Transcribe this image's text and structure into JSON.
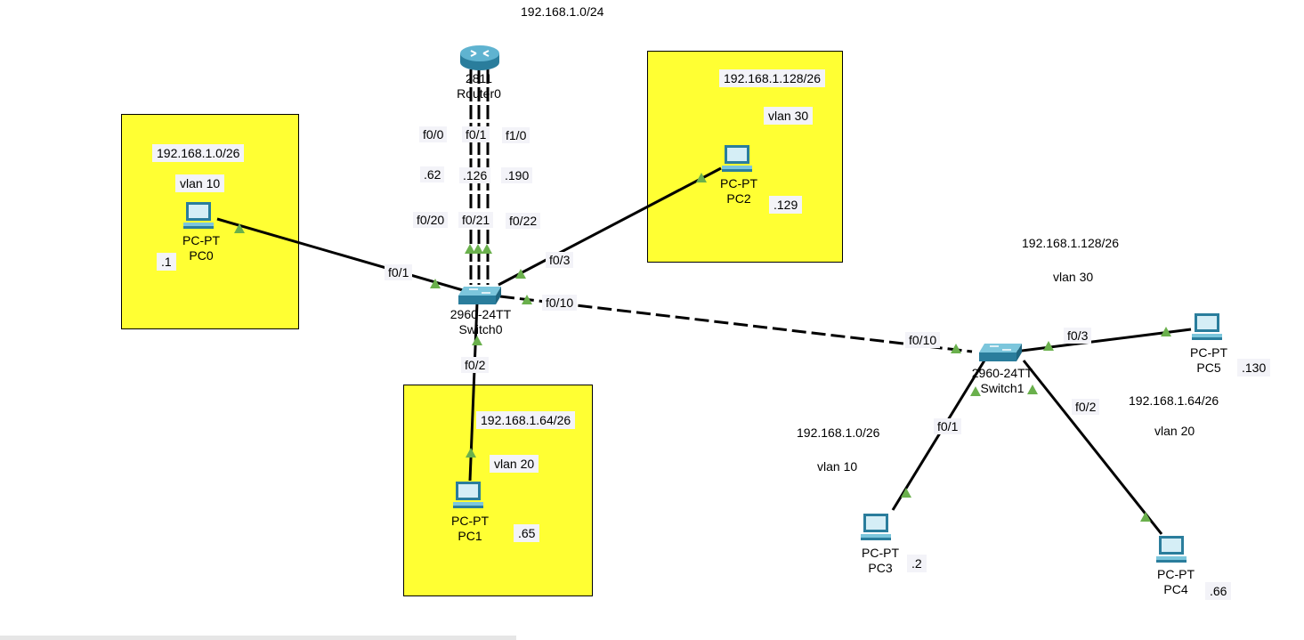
{
  "network_label": "192.168.1.0/24",
  "zones": [
    {
      "id": "vlan10-zone",
      "subnet": "192.168.1.0/26",
      "vlan": "vlan 10"
    },
    {
      "id": "vlan30-zone",
      "subnet": "192.168.1.128/26",
      "vlan": "vlan 30"
    },
    {
      "id": "vlan20-zone",
      "subnet": "192.168.1.64/26",
      "vlan": "vlan 20"
    }
  ],
  "free_notes": {
    "s1_vlan30_subnet": "192.168.1.128/26",
    "s1_vlan30": "vlan 30",
    "s1_vlan20_subnet": "192.168.1.64/26",
    "s1_vlan20": "vlan 20",
    "s1_vlan10_subnet": "192.168.1.0/26",
    "s1_vlan10": "vlan 10"
  },
  "router": {
    "model": "2811",
    "name": "Router0"
  },
  "switch0": {
    "model": "2960-24TT",
    "name": "Switch0"
  },
  "switch1": {
    "model": "2960-24TT",
    "name": "Switch1"
  },
  "pcs": [
    {
      "model": "PC-PT",
      "name": "PC0",
      "ip": ".1"
    },
    {
      "model": "PC-PT",
      "name": "PC1",
      "ip": ".65"
    },
    {
      "model": "PC-PT",
      "name": "PC2",
      "ip": ".129"
    },
    {
      "model": "PC-PT",
      "name": "PC3",
      "ip": ".2"
    },
    {
      "model": "PC-PT",
      "name": "PC4",
      "ip": ".66"
    },
    {
      "model": "PC-PT",
      "name": "PC5",
      "ip": ".130"
    }
  ],
  "router_ports": {
    "r_f00": "f0/0",
    "r_f01": "f0/1",
    "r_f10": "f1/0",
    "r_ip1": ".62",
    "r_ip2": ".126",
    "r_ip3": ".190"
  },
  "switch0_ports": {
    "p20": "f0/20",
    "p21": "f0/21",
    "p22": "f0/22",
    "p1": "f0/1",
    "p2": "f0/2",
    "p3": "f0/3",
    "p10": "f0/10"
  },
  "switch1_ports": {
    "p10": "f0/10",
    "p3": "f0/3",
    "p1": "f0/1",
    "p2": "f0/2"
  },
  "colors": {
    "zone": "#ffff33",
    "link": "#000000",
    "port_light": "#6ab04c",
    "device": "#2e8fb0"
  }
}
